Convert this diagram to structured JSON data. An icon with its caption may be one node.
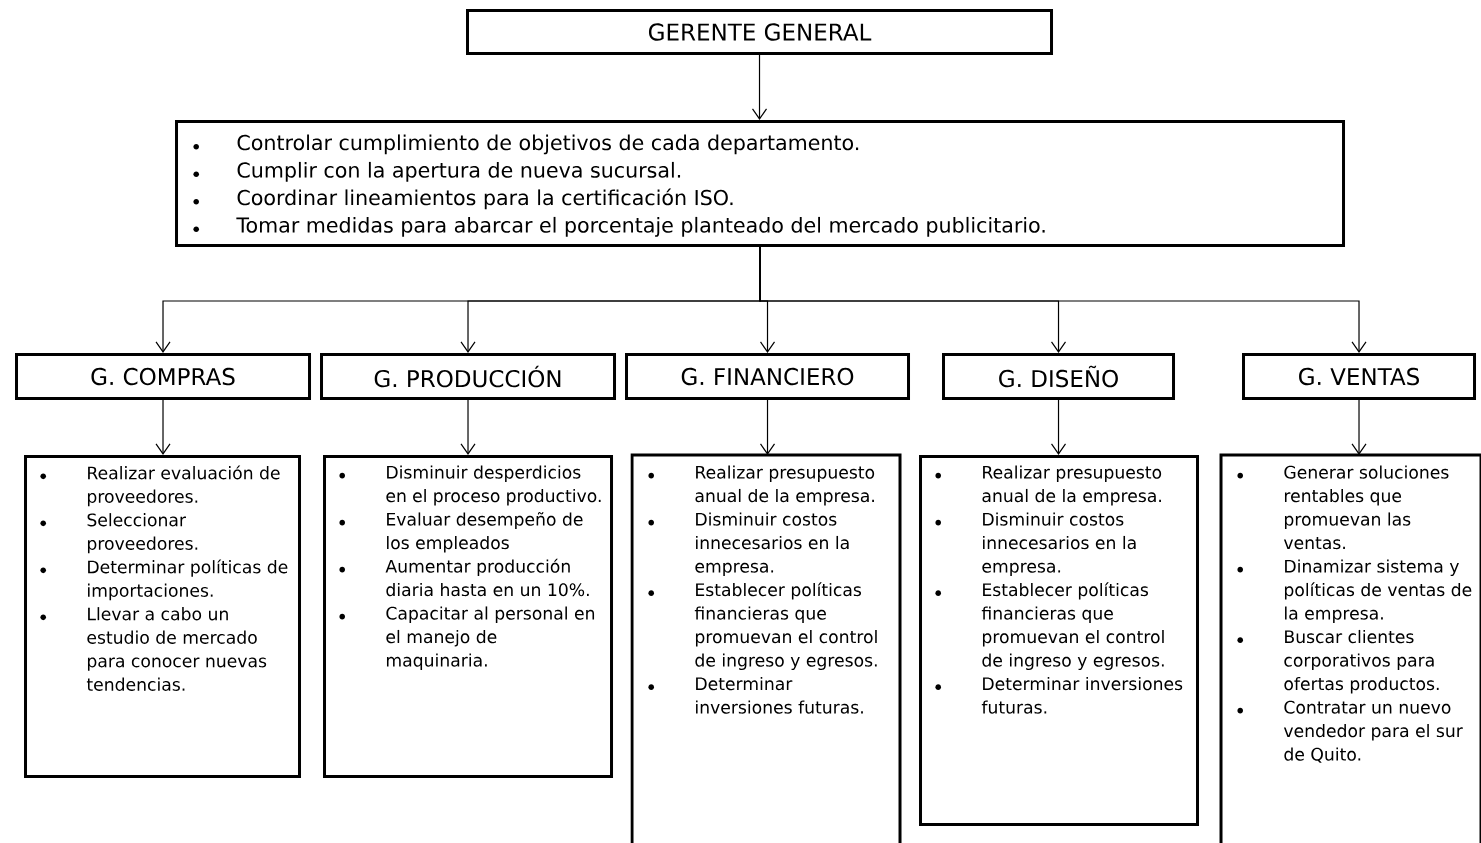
{
  "diagram": {
    "nodes": [
      {
        "text": [
          "GERENTE GENERAL"
        ]
      },
      {
        "text": [
          "Controlar cumplimiento de objetivos de cada departamento.",
          "Cumplir con la apertura de nueva sucursal.",
          "Coordinar lineamientos para la certificación ISO.",
          "Tomar medidas para abarcar el porcentaje planteado del mercado publicitario."
        ]
      },
      {
        "text": [
          "G. COMPRAS"
        ]
      },
      {
        "text": [
          "G. PRODUCCIÓN"
        ]
      },
      {
        "text": [
          "G. FINANCIERO"
        ]
      },
      {
        "text": [
          "G. DISEÑO"
        ]
      },
      {
        "text": [
          "G. VENTAS"
        ]
      },
      {
        "text": [
          "Realizar evaluación de proveedores.",
          "Seleccionar proveedores.",
          "Determinar políticas de importaciones.",
          "Llevar a cabo un estudio de mercado para conocer nuevas tendencias."
        ]
      },
      {
        "text": [
          "Disminuir desperdicios en el proceso productivo.",
          "Evaluar desempeño de los empleados",
          "Aumentar producción diaria hasta en un 10%.",
          "Capacitar al personal en el manejo de maquinaria."
        ]
      },
      {
        "text": [
          "Realizar presupuesto anual de la empresa.",
          "Disminuir costos innecesarios en la empresa.",
          "Establecer políticas financieras que promuevan el control de ingreso y egresos.",
          "Determinar inversiones futuras."
        ]
      },
      {
        "text": [
          "Realizar presupuesto anual de la empresa.",
          "Disminuir costos innecesarios en la empresa.",
          "Establecer políticas financieras que promuevan el control de ingreso y egresos.",
          "Determinar inversiones futuras."
        ]
      },
      {
        "text": [
          "Generar soluciones rentables que promuevan las ventas.",
          "Dinamizar sistema y políticas de ventas de la empresa.",
          "Buscar clientes corporativos para ofertas productos.",
          "Contratar un nuevo vendedor para el sur de Quito."
        ]
      }
    ],
    "edges": [
      {
        "from": 0,
        "to": 1,
        "arrow": "to"
      },
      {
        "from": 1,
        "to": 2,
        "arrow": "to"
      },
      {
        "from": 1,
        "to": 3,
        "arrow": "to"
      },
      {
        "from": 1,
        "to": 4,
        "arrow": "to"
      },
      {
        "from": 1,
        "to": 5,
        "arrow": "to"
      },
      {
        "from": 1,
        "to": 6,
        "arrow": "to"
      },
      {
        "from": 2,
        "to": 7,
        "arrow": "to"
      },
      {
        "from": 3,
        "to": 8,
        "arrow": "to"
      },
      {
        "from": 4,
        "to": 9,
        "arrow": "to"
      },
      {
        "from": 5,
        "to": 10,
        "arrow": "to"
      },
      {
        "from": 6,
        "to": 11,
        "arrow": "to"
      }
    ]
  }
}
